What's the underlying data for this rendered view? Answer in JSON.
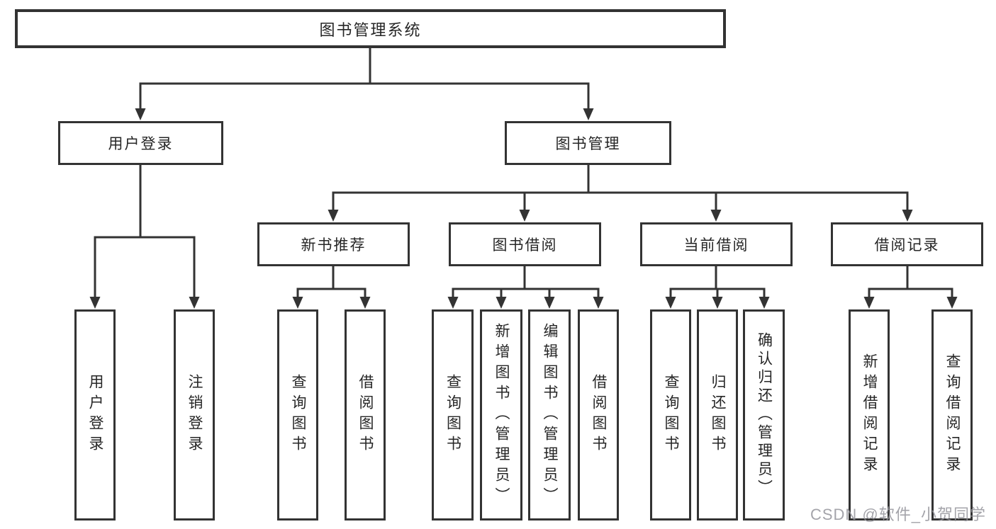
{
  "diagram": {
    "type": "hierarchy-tree",
    "root": {
      "label": "图书管理系统",
      "children": [
        {
          "label": "用户登录",
          "children": [
            {
              "label": "用户登录"
            },
            {
              "label": "注销登录"
            }
          ]
        },
        {
          "label": "图书管理",
          "children": [
            {
              "label": "新书推荐",
              "children": [
                {
                  "label": "查询图书"
                },
                {
                  "label": "借阅图书"
                }
              ]
            },
            {
              "label": "图书借阅",
              "children": [
                {
                  "label": "查询图书"
                },
                {
                  "label": "新增图书（管理员）"
                },
                {
                  "label": "编辑图书（管理员）"
                },
                {
                  "label": "借阅图书"
                }
              ]
            },
            {
              "label": "当前借阅",
              "children": [
                {
                  "label": "查询图书"
                },
                {
                  "label": "归还图书"
                },
                {
                  "label": "确认归还（管理员）"
                }
              ]
            },
            {
              "label": "借阅记录",
              "children": [
                {
                  "label": "新增借阅记录"
                },
                {
                  "label": "查询借阅记录"
                }
              ]
            }
          ]
        }
      ]
    }
  },
  "watermark": {
    "text": "CSDN @软件_小贺同学"
  },
  "colors": {
    "line": "#333333",
    "box_border": "#333333",
    "text": "#262626",
    "watermark": "#94949b",
    "background": "#ffffff"
  }
}
